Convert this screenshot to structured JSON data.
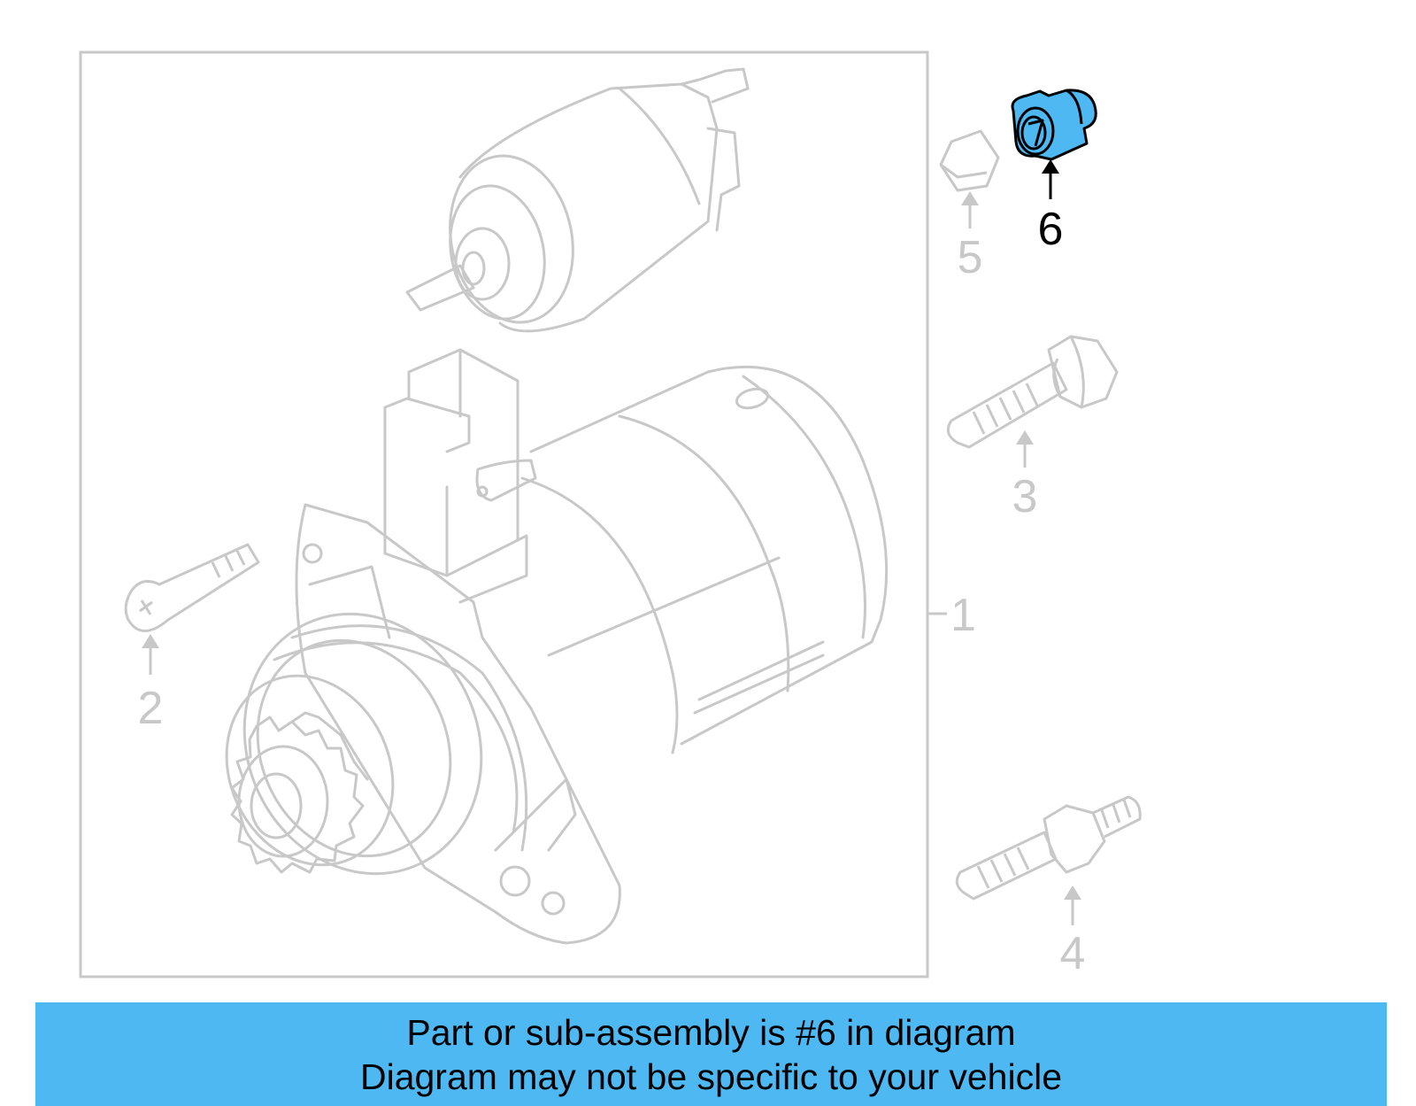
{
  "colors": {
    "line_faded": "#c8c8c8",
    "highlight_fill": "#4db8f2",
    "highlight_stroke": "#000000",
    "banner": "#4db8f2"
  },
  "callouts": {
    "c1": "1",
    "c2": "2",
    "c3": "3",
    "c4": "4",
    "c5": "5",
    "c6": "6"
  },
  "highlighted_part": "6",
  "caption": {
    "line1": "Part or sub-assembly is #6 in diagram",
    "line2": "Diagram may not be specific to your vehicle"
  }
}
